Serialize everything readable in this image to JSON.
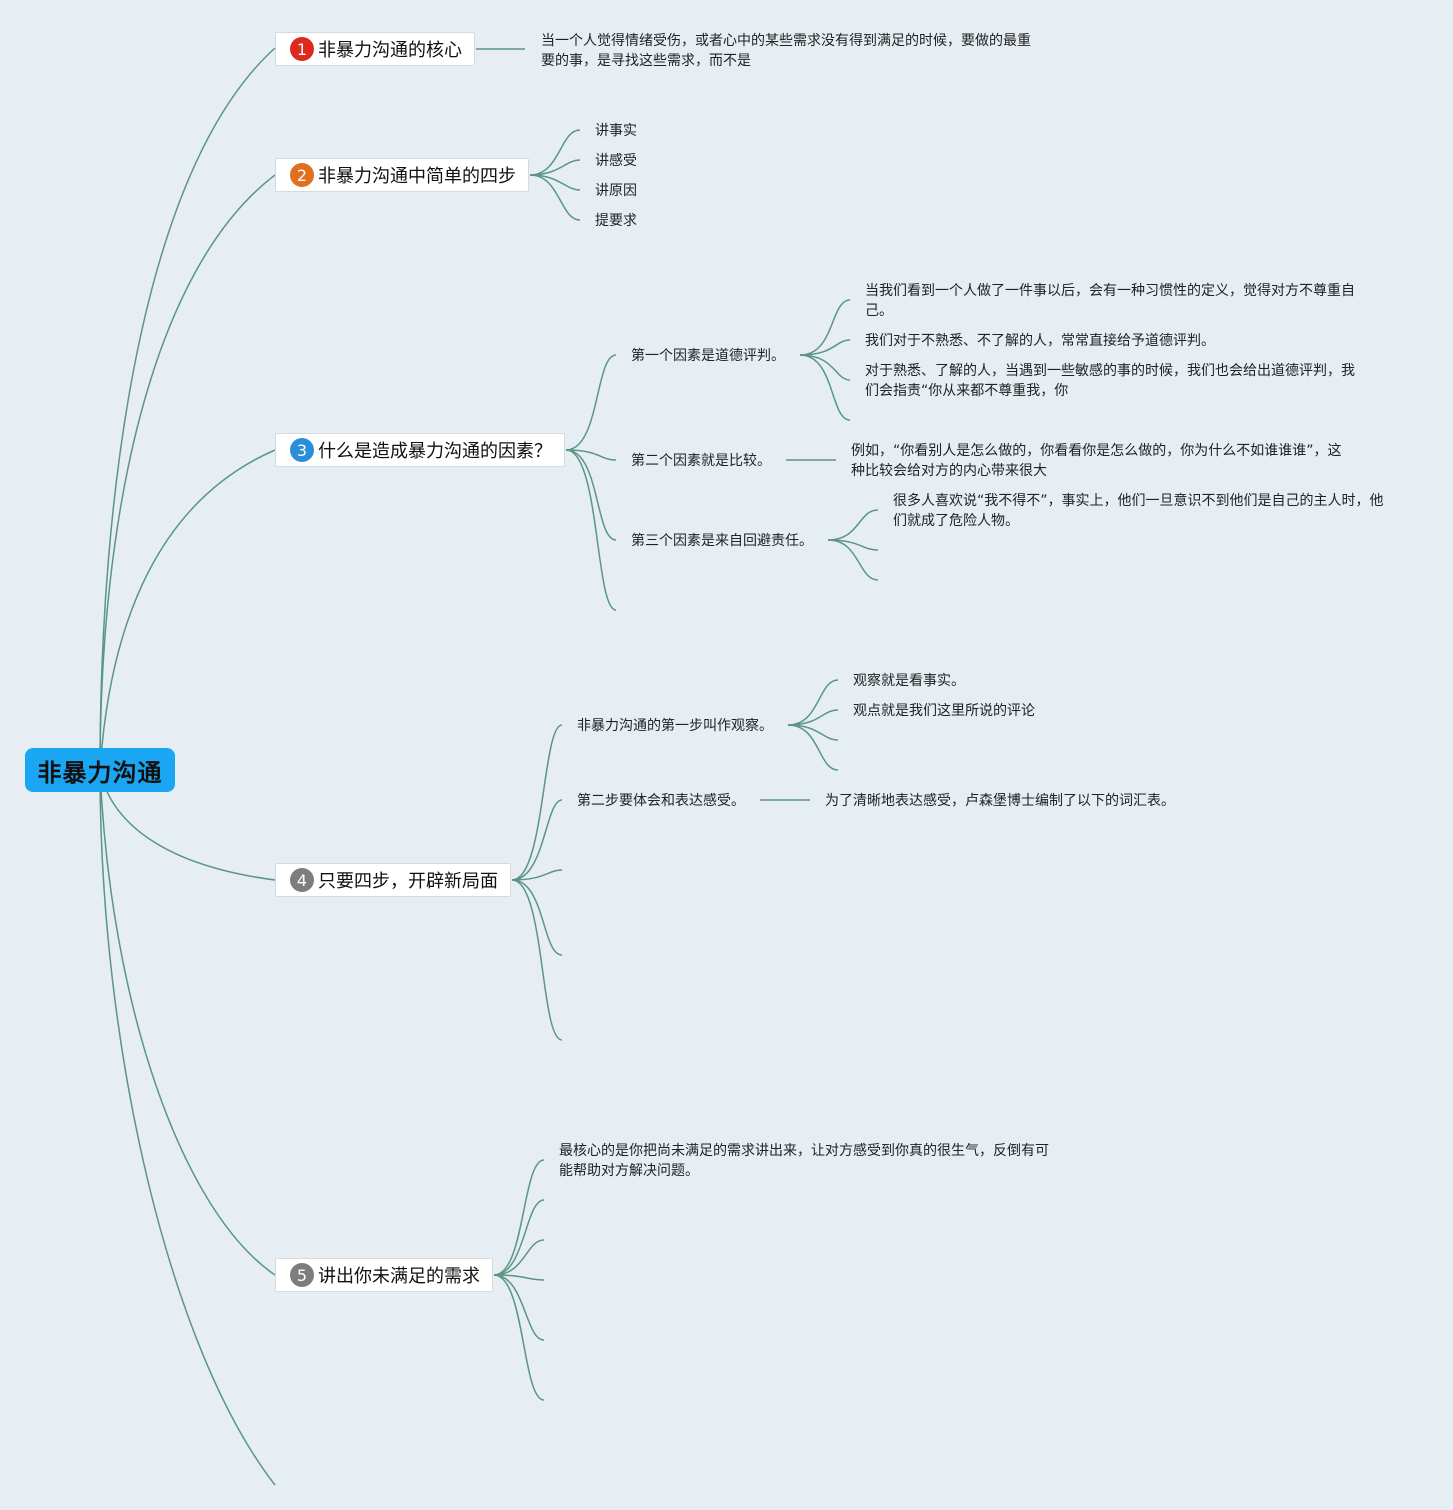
{
  "root": {
    "label": "非暴力沟通"
  },
  "colors": {
    "line": "#5a9683",
    "root": "#1aa6f2",
    "badge1": "#dd2a1c",
    "badge2": "#e0701e",
    "badge3": "#2a8fd8",
    "badge4": "#7d7d7d",
    "badge5": "#7d7d7d"
  },
  "branches": [
    {
      "badge": "1",
      "label": "非暴力沟通的核心",
      "note": "当一个人觉得情绪受伤，或者心中的某些需求没有得到满足的时候，要做的最重要的事，是寻找这些需求，而不是"
    },
    {
      "badge": "2",
      "label": "非暴力沟通中简单的四步",
      "items": [
        "讲事实",
        "讲感受",
        "讲原因",
        "提要求"
      ]
    },
    {
      "badge": "3",
      "label": "什么是造成暴力沟通的因素？",
      "factors": [
        {
          "label": "第一个因素是道德评判。",
          "details": [
            "当我们看到一个人做了一件事以后，会有一种习惯性的定义，觉得对方不尊重自己。",
            "我们对于不熟悉、不了解的人，常常直接给予道德评判。",
            "对于熟悉、了解的人，当遇到一些敏感的事的时候，我们也会给出道德评判，我们会指责“你从来都不尊重我，你"
          ]
        },
        {
          "label": "第二个因素就是比较。",
          "details": [
            "例如，“你看别人是怎么做的，你看看你是怎么做的，你为什么不如谁谁谁”，这种比较会给对方的内心带来很大"
          ]
        },
        {
          "label": "第三个因素是来自回避责任。",
          "details": [
            "很多人喜欢说“我不得不”，事实上，他们一旦意识不到他们是自己的主人时，他们就成了危险人物。"
          ]
        }
      ]
    },
    {
      "badge": "4",
      "label": "只要四步，开辟新局面",
      "steps": [
        {
          "label": "非暴力沟通的第一步叫作观察。",
          "details": [
            "观察就是看事实。",
            "观点就是我们这里所说的评论"
          ]
        },
        {
          "label": "第二步要体会和表达感受。",
          "details": [
            "为了清晰地表达感受，卢森堡博士编制了以下的词汇表。"
          ]
        }
      ]
    },
    {
      "badge": "5",
      "label": "讲出你未满足的需求",
      "note": "最核心的是你把尚未满足的需求讲出来，让对方感受到你真的很生气，反倒有可能帮助对方解决问题。"
    }
  ]
}
